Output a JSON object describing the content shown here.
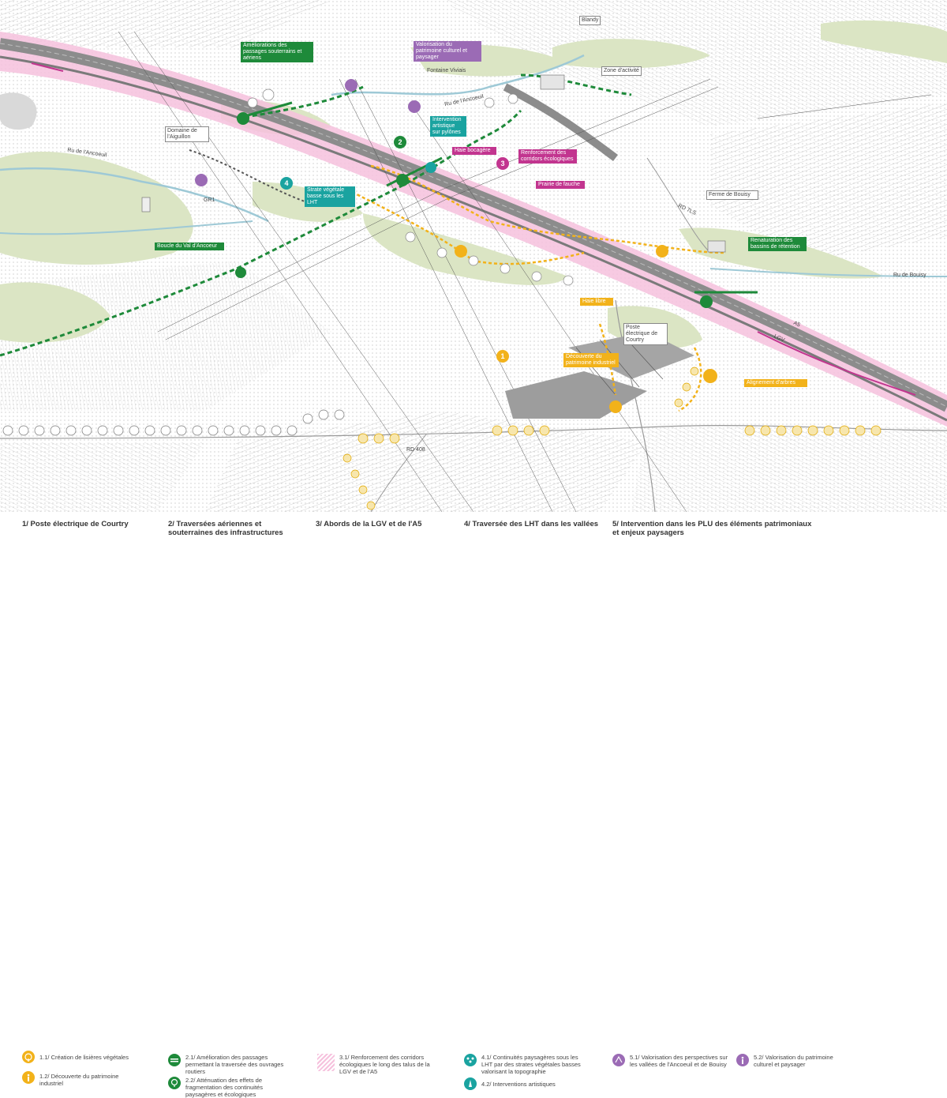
{
  "colors": {
    "green": "#1e8a3a",
    "purple": "#9b6bb5",
    "teal": "#1aa3a0",
    "pink": "#c2358f",
    "orange": "#f2b21a",
    "field": "#dbe5c4",
    "pinkzone": "#f6c1dd",
    "road": "#8c8c8c"
  },
  "labels": {
    "passages": "Améliorations des passages souterrains et aériens",
    "valorisation": "Valorisation du patrimoine culturel et paysager",
    "fontaine": "Fontaine Viviais",
    "blandy": "Blandy",
    "zone": "Zone d'activité",
    "ancoeuil_ru": "Ru de l'Ancoeuil",
    "ancoeuil_ru2": "Ru de l'Ancoeuil",
    "aiguillon": "Domaine de l'Aiguillon",
    "intervention": "Intervention artistique sur pylônes",
    "haie_bocagere": "Haie bocagère",
    "renforcement": "Renforcement des corridors écologiques",
    "prairie": "Prairie de fauche",
    "strate": "Strate végétale basse sous les LHT",
    "gr1": "GR1",
    "boucle": "Boucle du Val d'Ancoeur",
    "ferme": "Ferme de Bouisy",
    "rd": "RD 7LS",
    "renaturation": "Renaturation des bassins de rétention",
    "bouisy_ru": "Ru de Bouisy",
    "haie_libre": "Haie libre",
    "poste": "Poste électrique de Courtry",
    "decouverte": "Découverte du patrimoine industriel",
    "alignement": "Alignement d'arbres",
    "a5": "A5",
    "lgv": "LGV",
    "rd408": "RD 408",
    "n1": "1",
    "n2": "2",
    "n3": "3",
    "n4": "4"
  },
  "legend": {
    "s1": {
      "title": "1/ Poste électrique de Courtry",
      "i1": "1.1/ Création de lisières végétales",
      "i2": "1.2/ Découverte du patrimoine industriel"
    },
    "s2": {
      "title": "2/ Traversées aériennes et souterraines des infrastructures",
      "i1": "2.1/ Amélioration des passages permettant la traversée des ouvrages routiers",
      "i2": "2.2/ Atténuation des effets de fragmentation des continuités paysagères et écologiques"
    },
    "s3": {
      "title": "3/ Abords de la LGV et de l'A5",
      "i1": "3.1/ Renforcement des corridors écologiques le long des talus de la LGV et de l'A5"
    },
    "s4": {
      "title": "4/ Traversée des LHT dans les vallées",
      "i1": "4.1/ Continuités paysagères sous les LHT par des strates végétales basses valorisant la topographie",
      "i2": "4.2/ Interventions artistiques"
    },
    "s5": {
      "title": "5/ Intervention dans les PLU des éléments patrimoniaux et enjeux paysagers",
      "i1": "5.1/ Valorisation des perspectives sur les vallées de l'Ancoeuil et de Bouisy",
      "i2": "5.2/ Valorisation du patrimoine culturel et paysager"
    }
  },
  "icons": {
    "leaf": "leaf-icon",
    "info": "info-icon",
    "bridge": "bridge-icon",
    "tree": "tree-icon",
    "eye": "viewpoint-icon",
    "plant": "plant-icon"
  }
}
